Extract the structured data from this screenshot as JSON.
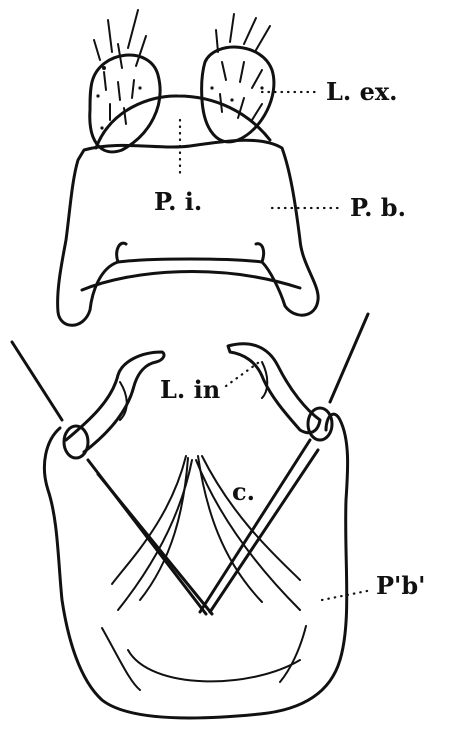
{
  "labels": {
    "lobus_externus": "L. ex.",
    "processus_intermedius": "P. i.",
    "processus_basalis": "P. b.",
    "lobus_internus": "L. in",
    "c": "c.",
    "paramere_basis": "P'b'"
  },
  "colors": {
    "ink": "#111111",
    "paper": "#ffffff"
  }
}
